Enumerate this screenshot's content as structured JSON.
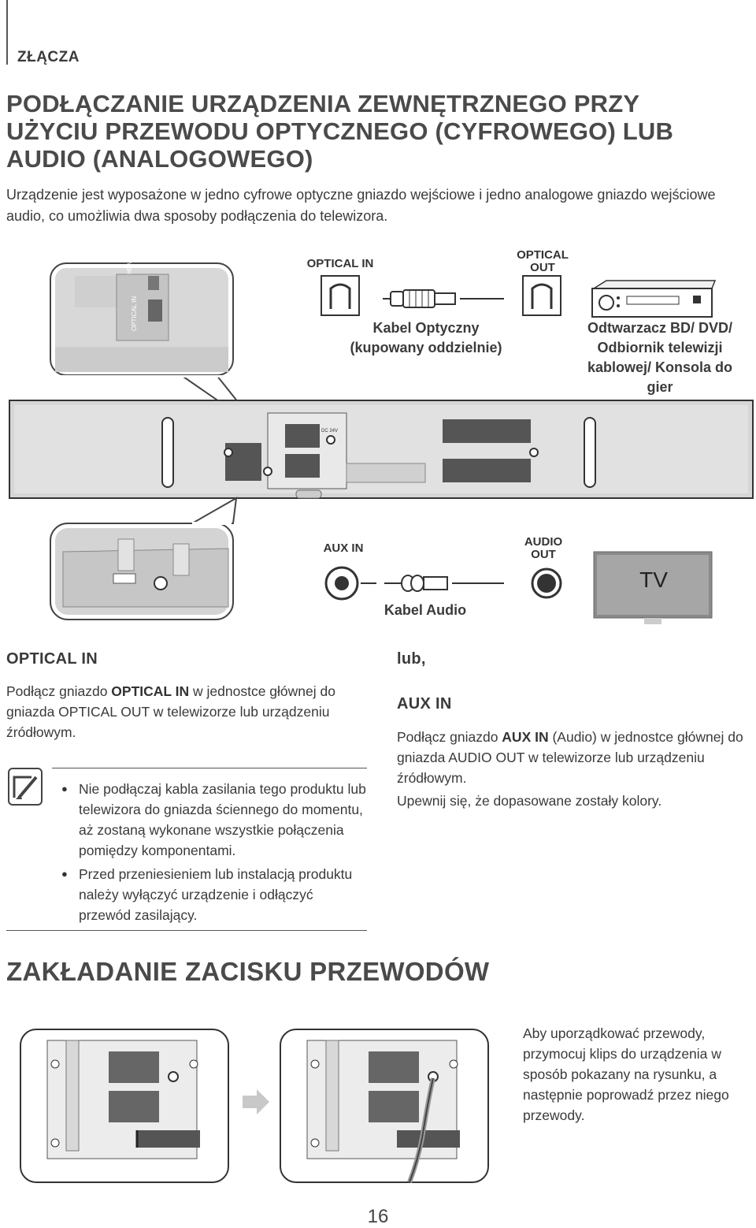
{
  "header": {
    "section": "ZŁĄCZA"
  },
  "title": "PODŁĄCZANIE URZĄDZENIA ZEWNĘTRZNEGO PRZY UŻYCIU PRZEWODU OPTYCZNEGO (CYFROWEGO) LUB AUDIO (ANALOGOWEGO)",
  "intro": "Urządzenie jest wyposażone w jedno cyfrowe optyczne gniazdo wejściowe i jedno analogowe gniazdo wejściowe audio, co umożliwia dwa sposoby podłączenia do telewizora.",
  "diagram": {
    "optical_in": "OPTICAL IN",
    "optical_out": "OPTICAL OUT",
    "optical_cable": "Kabel Optyczny (kupowany oddzielnie)",
    "source_device": "Odtwarzacz BD/ DVD/ Odbiornik telewizji kablowej/ Konsola do gier",
    "aux_in": "AUX IN",
    "audio_out": "AUDIO OUT",
    "audio_cable": "Kabel Audio",
    "tv": "TV",
    "port_hdmi": "HDMI",
    "port_optical": "OPTICAL IN",
    "port_dc": "DC 24V"
  },
  "optical_section": {
    "heading": "OPTICAL IN",
    "text_pre": "Podłącz gniazdo ",
    "text_bold": "OPTICAL IN",
    "text_post": " w jednostce głównej do gniazda OPTICAL OUT w telewizorze lub urządzeniu źródłowym."
  },
  "notes": [
    "Nie podłączaj kabla zasilania tego produktu lub telewizora do gniazda ściennego do momentu, aż zostaną wykonane wszystkie połączenia pomiędzy komponentami.",
    "Przed przeniesieniem lub instalacją produktu należy wyłączyć urządzenie i odłączyć przewód zasilający."
  ],
  "aux_section": {
    "or": "lub,",
    "heading": "AUX IN",
    "text_pre": "Podłącz gniazdo ",
    "text_bold": "AUX IN",
    "text_post": " (Audio) w jednostce głównej do gniazda AUDIO OUT w telewizorze lub urządzeniu źródłowym.",
    "text2": "Upewnij się, że dopasowane zostały kolory."
  },
  "clamp_section": {
    "heading": "ZAKŁADANIE ZACISKU PRZEWODÓW",
    "text": "Aby uporządkować przewody, przymocuj klips do urządzenia w sposób pokazany na rysunku, a następnie poprowadź przez niego przewody."
  },
  "page_number": "16"
}
